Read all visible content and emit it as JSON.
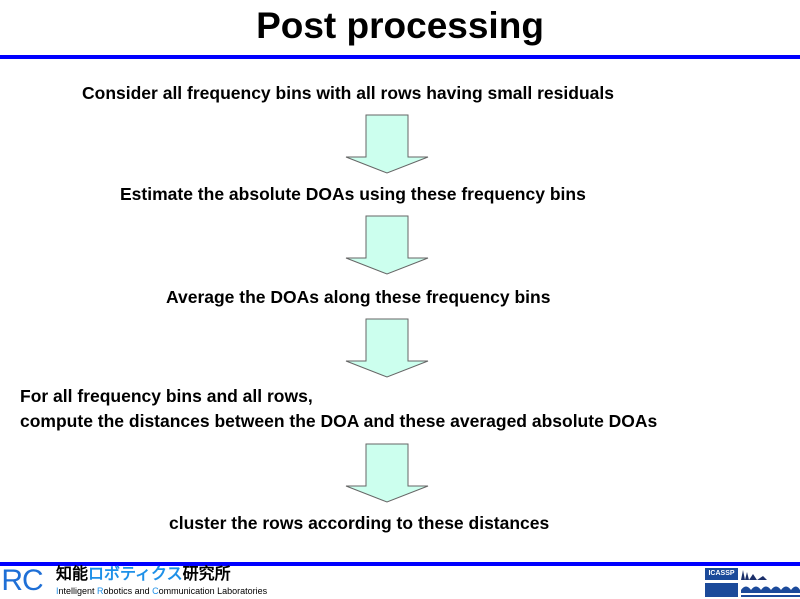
{
  "title": "Post processing",
  "steps": [
    "Consider all frequency bins with all rows having small residuals",
    "Estimate the absolute DOAs using these frequency bins",
    "Average the DOAs along these frequency bins",
    "For all frequency bins and  all rows,",
    "compute the distances between the DOA and these averaged absolute DOAs",
    "cluster the rows according to these distances"
  ],
  "footer": {
    "logo_abbr": "IRC",
    "logo_jp_1": "知能",
    "logo_jp_2": "ロボティクス",
    "logo_jp_3": "研究所",
    "logo_en_1": "I",
    "logo_en_2": "ntelligent ",
    "logo_en_3": "R",
    "logo_en_4": "obotics and ",
    "logo_en_5": "C",
    "logo_en_6": "ommunication Laboratories",
    "conference_badge": "ICASSP"
  },
  "colors": {
    "rule": "#0000ff",
    "arrow_fill": "#ccffee",
    "logo_blue": "#1e90e8"
  }
}
